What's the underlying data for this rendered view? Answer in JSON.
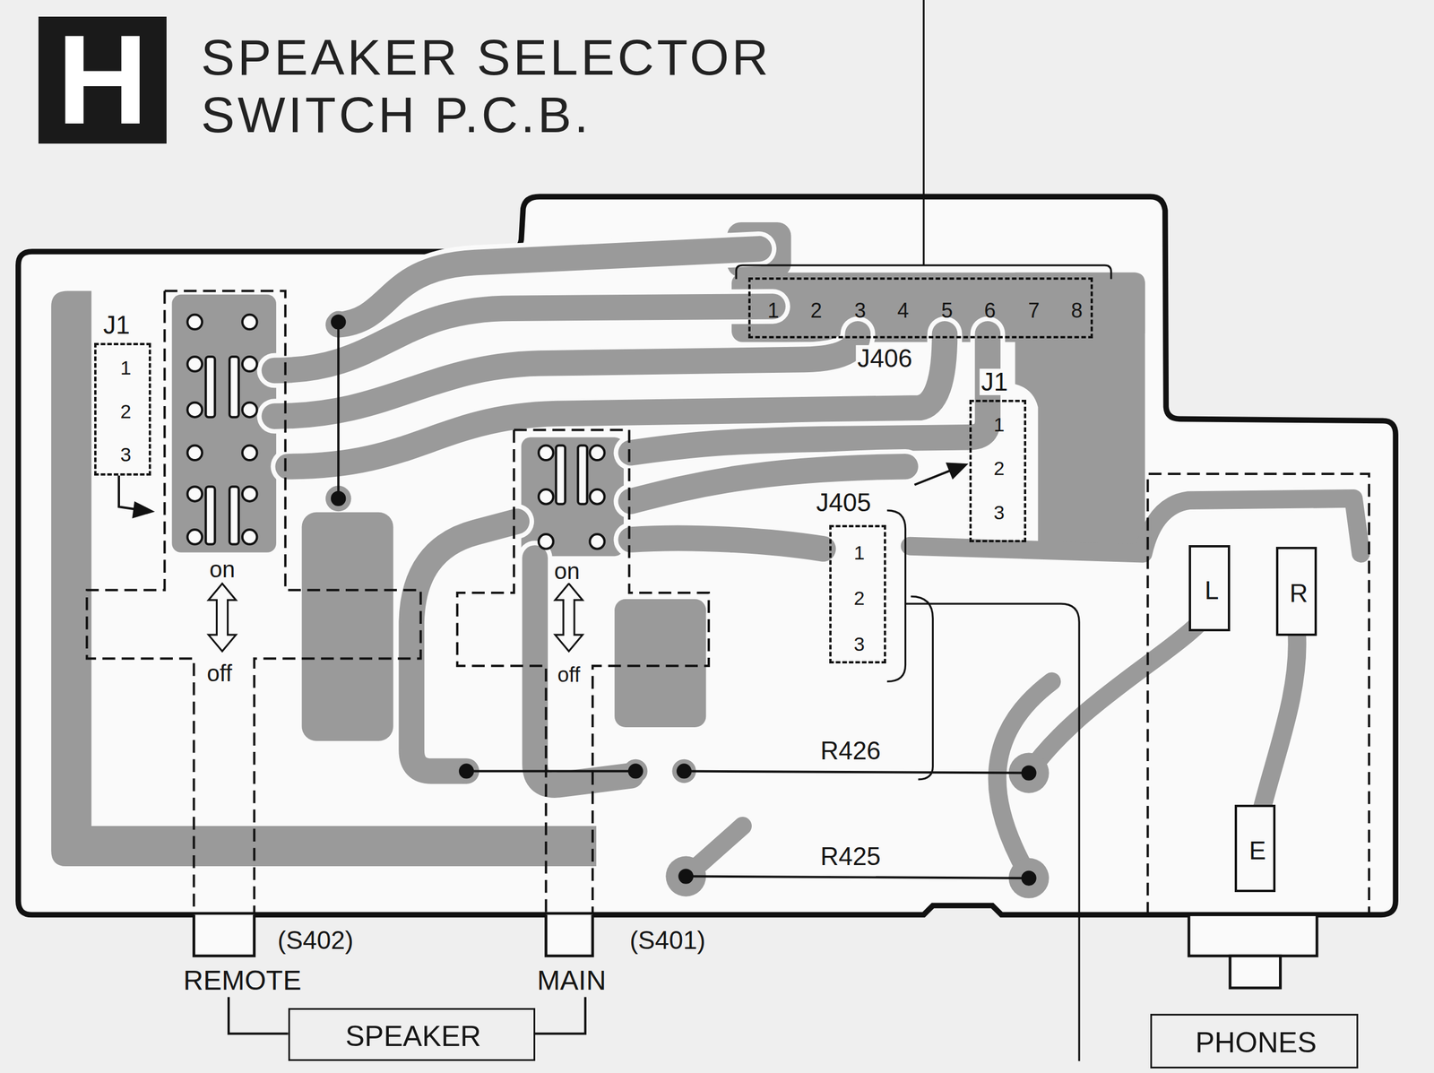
{
  "diagram": {
    "title": "SPEAKER SELECTOR SWITCH P.C.B.",
    "nodes": [
      {
        "text": [
          "H"
        ]
      },
      {
        "text": [
          "J1",
          "1",
          "2",
          "3"
        ]
      },
      {
        "text": [
          "1",
          "2",
          "3",
          "4",
          "5",
          "6",
          "7",
          "8",
          "J406"
        ]
      },
      {
        "text": [
          "J1",
          "1",
          "2",
          "3"
        ]
      },
      {
        "text": [
          "J405",
          "1",
          "2",
          "3"
        ]
      },
      {
        "text": [
          "L"
        ]
      },
      {
        "text": [
          "R"
        ]
      },
      {
        "text": [
          "E"
        ]
      },
      {
        "text": [
          "SPEAKER"
        ]
      },
      {
        "text": [
          "PHONES"
        ]
      }
    ],
    "labels": [
      "on",
      "off",
      "on",
      "off",
      "R426",
      "R425",
      "(S402)",
      "REMOTE",
      "(S401)",
      "MAIN"
    ]
  }
}
